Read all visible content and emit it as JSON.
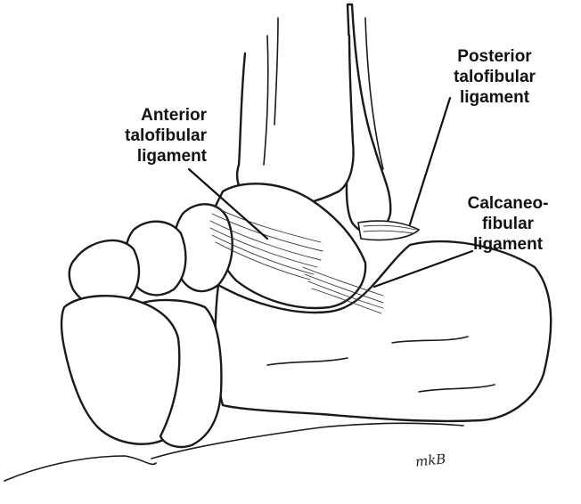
{
  "labels": {
    "anterior": [
      "Anterior",
      "talofibular",
      "ligament"
    ],
    "posterior": [
      "Posterior",
      "talofibular",
      "ligament"
    ],
    "calcaneofibular": [
      "Calcaneo-",
      "fibular",
      "ligament"
    ]
  },
  "signature": "mkB"
}
